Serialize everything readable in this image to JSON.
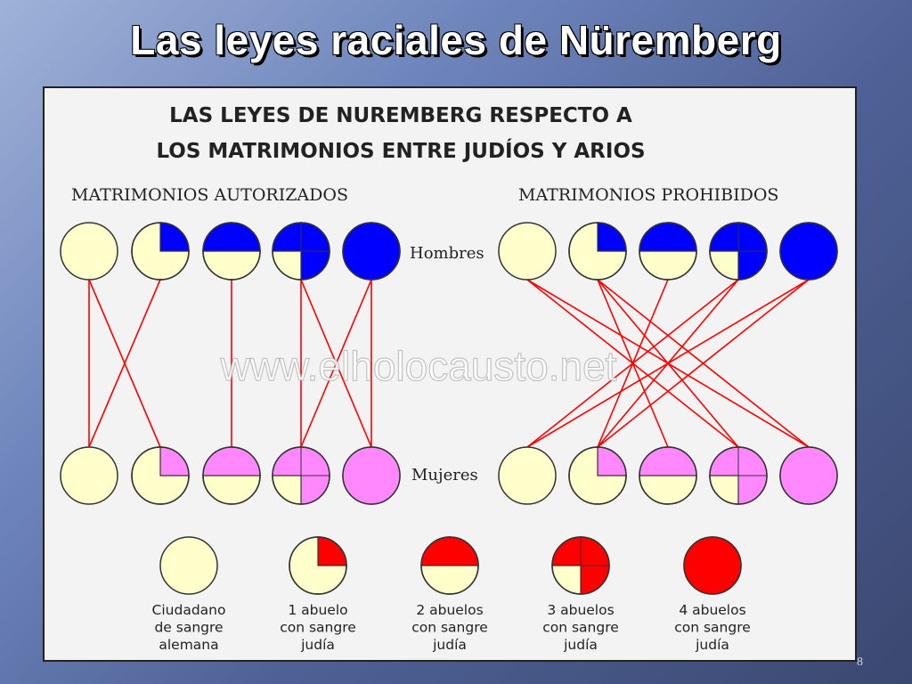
{
  "slide": {
    "title": "Las leyes raciales de Nüremberg",
    "page_number": "8"
  },
  "diagram": {
    "heading_line1": "LAS LEYES DE NUREMBERG RESPECTO A",
    "heading_line2": "LOS MATRIMONIOS ENTRE JUDÍOS Y ARIOS",
    "authorized_label": "MATRIMONIOS AUTORIZADOS",
    "prohibited_label": "MATRIMONIOS PROHIBIDOS",
    "men_label": "Hombres",
    "women_label": "Mujeres",
    "watermark": "www.elholocausto.net",
    "colors": {
      "german": "#ffffcc",
      "men_jewish": "#0000ff",
      "women_jewish": "#ff88ff",
      "legend_jewish": "#ff0000",
      "line": "#ff0000"
    },
    "legend": [
      {
        "grandparents": 0,
        "caption": [
          "Ciudadano",
          "de sangre",
          "alemana"
        ]
      },
      {
        "grandparents": 1,
        "caption": [
          "1 abuelo",
          "con sangre",
          "judía"
        ]
      },
      {
        "grandparents": 2,
        "caption": [
          "2 abuelos",
          "con sangre",
          "judía"
        ]
      },
      {
        "grandparents": 3,
        "caption": [
          "3 abuelos",
          "con sangre",
          "judía"
        ]
      },
      {
        "grandparents": 4,
        "caption": [
          "4 abuelos",
          "con sangre",
          "judía"
        ]
      }
    ],
    "authorized_marriages": [
      [
        0,
        0
      ],
      [
        0,
        1
      ],
      [
        1,
        0
      ],
      [
        2,
        2
      ],
      [
        3,
        3
      ],
      [
        3,
        4
      ],
      [
        4,
        3
      ],
      [
        4,
        4
      ]
    ],
    "prohibited_marriages": [
      [
        0,
        3
      ],
      [
        0,
        4
      ],
      [
        1,
        2
      ],
      [
        1,
        3
      ],
      [
        1,
        4
      ],
      [
        2,
        1
      ],
      [
        3,
        0
      ],
      [
        3,
        1
      ],
      [
        4,
        0
      ],
      [
        4,
        1
      ]
    ]
  }
}
